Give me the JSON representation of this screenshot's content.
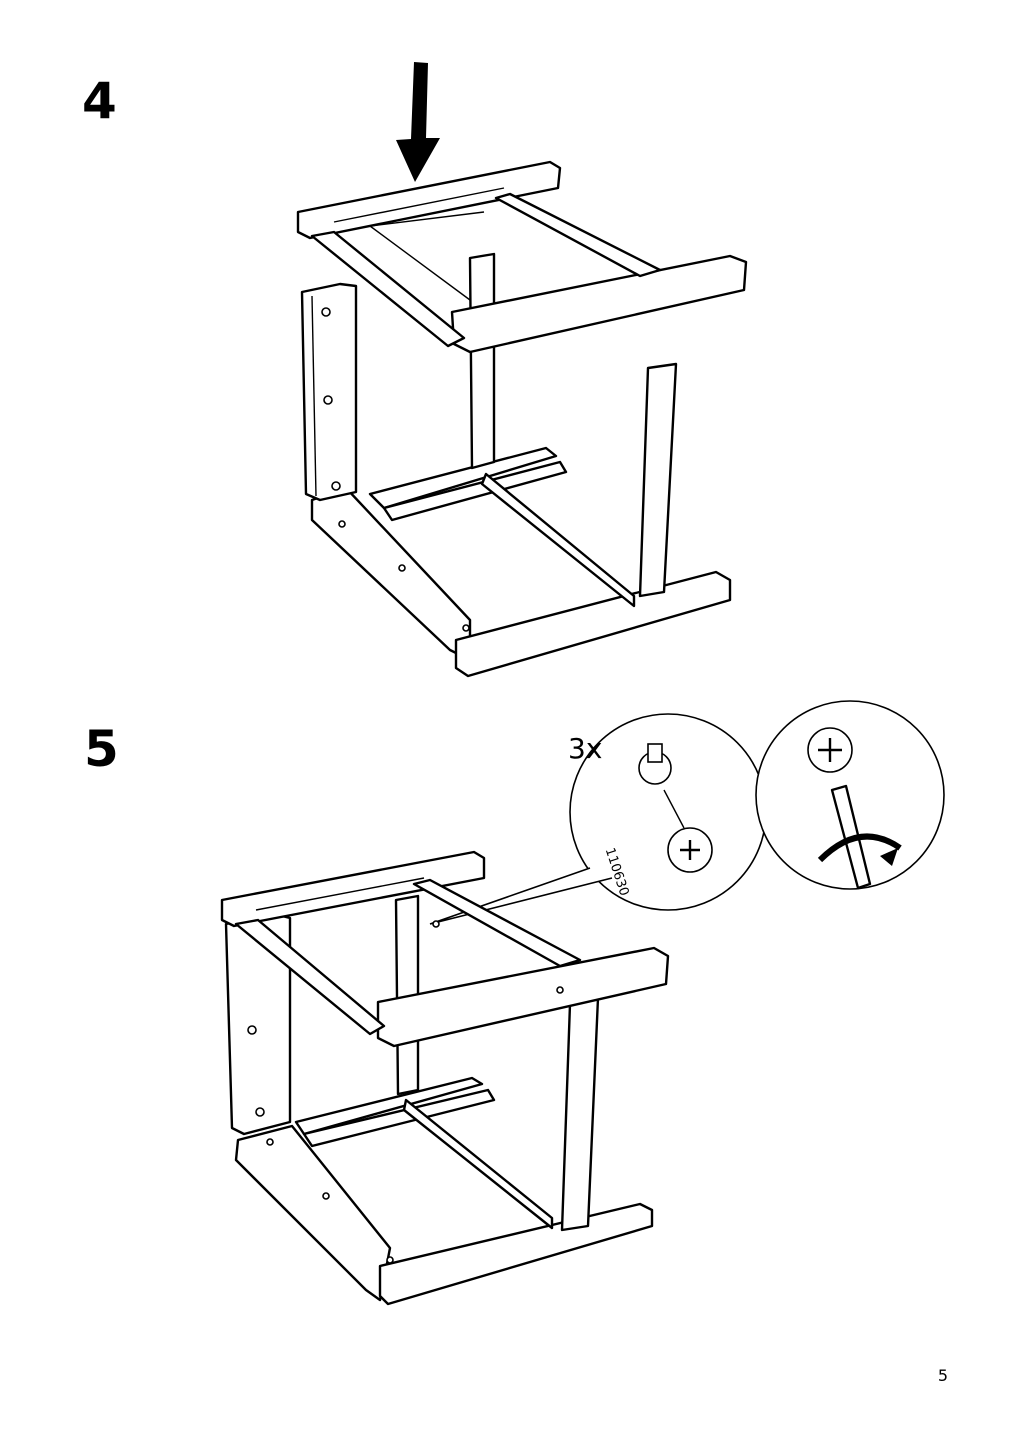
{
  "steps": [
    {
      "number": "4"
    },
    {
      "number": "5",
      "quantity": "3x",
      "part_number": "110630"
    }
  ],
  "page": {
    "number": "5"
  }
}
